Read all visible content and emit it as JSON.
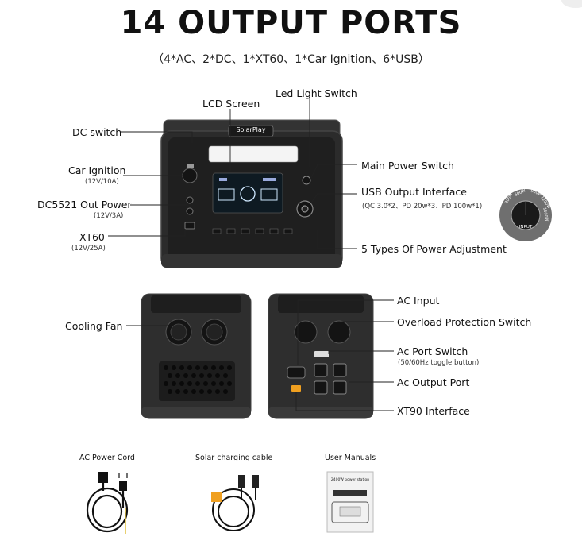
{
  "header": {
    "title": "14 OUTPUT PORTS",
    "subtitle": "（4*AC、2*DC、1*XT60、1*Car Ignition、6*USB）"
  },
  "front": {
    "brand": "SolarPlay",
    "labels": {
      "lcd_screen": "LCD Screen",
      "led_light_switch": "Led Light Switch",
      "dc_switch": "DC switch",
      "car_ignition": "Car Ignition",
      "car_ignition_spec": "(12V/10A)",
      "dc5521": "DC5521 Out Power",
      "dc5521_spec": "(12V/3A)",
      "xt60": "XT60",
      "xt60_spec": "(12V/25A)",
      "main_power_switch": "Main Power Switch",
      "usb_output": "USB Output Interface",
      "usb_output_spec": "(QC 3.0*2、PD 20w*3、PD 100w*1)",
      "power_adjustment": "5 Types Of Power Adjustment"
    },
    "dial": {
      "center": "INPUT",
      "ticks": [
        "300W",
        "600W",
        "900W",
        "1200W",
        "1500W"
      ]
    }
  },
  "side": {
    "labels": {
      "cooling_fan": "Cooling Fan",
      "ac_input": "AC Input",
      "overload_switch": "Overload Protection Switch",
      "ac_port_switch": "Ac Port Switch",
      "ac_port_switch_spec": "(50/60Hz toggle button)",
      "ac_output_port": "Ac Output Port",
      "xt90": "XT90 Interface"
    }
  },
  "accessories": [
    {
      "label": "AC Power Cord"
    },
    {
      "label": "Solar charging cable"
    },
    {
      "label": "User Manuals"
    }
  ],
  "manual": {
    "cover_text": "2400W power station"
  },
  "colors": {
    "body": "#2b2b2b",
    "panel": "#1a1a1a",
    "lcd_accent": "#cfe8ff",
    "connector": "#f0a020"
  }
}
